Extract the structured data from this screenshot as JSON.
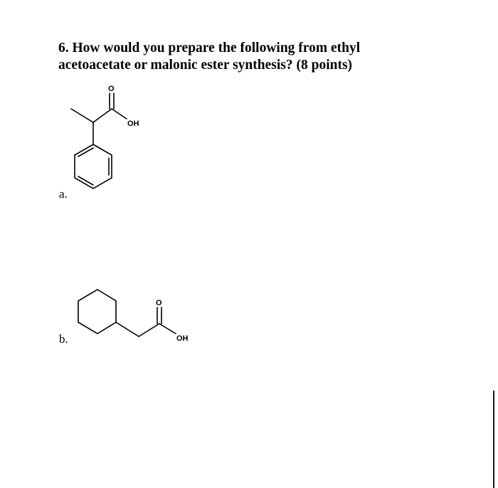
{
  "question": {
    "line1": "6. How would you prepare the following from ethyl",
    "line2": "acetoacetate or malonic ester synthesis? (8 points)"
  },
  "parts": [
    {
      "label": "a.",
      "atom_labels": {
        "carbonyl_o": "O",
        "hydroxyl": "OH"
      }
    },
    {
      "label": "b.",
      "atom_labels": {
        "carbonyl_o": "O",
        "hydroxyl": "OH"
      }
    }
  ]
}
